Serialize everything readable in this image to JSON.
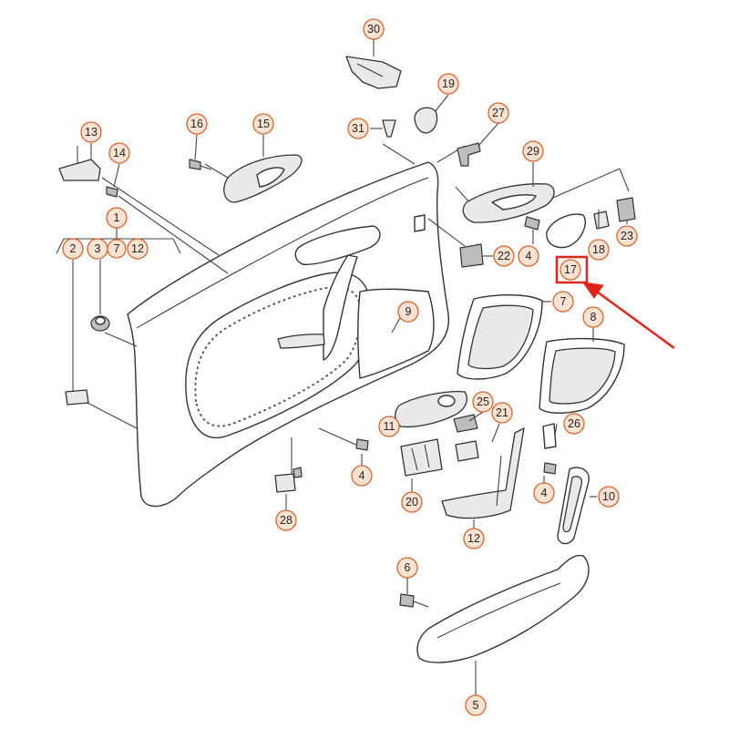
{
  "diagram": {
    "highlighted_part": "17",
    "highlight_color": "#e1241a",
    "callout_fill": "#fbe3d3",
    "callout_stroke": "#d8622a",
    "callouts": [
      {
        "id": "c30",
        "label": "30"
      },
      {
        "id": "c19",
        "label": "19"
      },
      {
        "id": "c27",
        "label": "27"
      },
      {
        "id": "c31",
        "label": "31"
      },
      {
        "id": "c16",
        "label": "16"
      },
      {
        "id": "c15",
        "label": "15"
      },
      {
        "id": "c13",
        "label": "13"
      },
      {
        "id": "c14",
        "label": "14"
      },
      {
        "id": "c29",
        "label": "29"
      },
      {
        "id": "c1",
        "label": "1"
      },
      {
        "id": "c2",
        "label": "2"
      },
      {
        "id": "c3",
        "label": "3"
      },
      {
        "id": "c7a",
        "label": "7"
      },
      {
        "id": "c12a",
        "label": "12"
      },
      {
        "id": "c18",
        "label": "18"
      },
      {
        "id": "c23",
        "label": "23"
      },
      {
        "id": "c22",
        "label": "22"
      },
      {
        "id": "c4a",
        "label": "4"
      },
      {
        "id": "c17",
        "label": "17"
      },
      {
        "id": "c7b",
        "label": "7"
      },
      {
        "id": "c8",
        "label": "8"
      },
      {
        "id": "c9",
        "label": "9"
      },
      {
        "id": "c25",
        "label": "25"
      },
      {
        "id": "c21",
        "label": "21"
      },
      {
        "id": "c11",
        "label": "11"
      },
      {
        "id": "c26",
        "label": "26"
      },
      {
        "id": "c4b",
        "label": "4"
      },
      {
        "id": "c4c",
        "label": "4"
      },
      {
        "id": "c20",
        "label": "20"
      },
      {
        "id": "c10",
        "label": "10"
      },
      {
        "id": "c12b",
        "label": "12"
      },
      {
        "id": "c28",
        "label": "28"
      },
      {
        "id": "c6",
        "label": "6"
      },
      {
        "id": "c5",
        "label": "5"
      }
    ]
  }
}
